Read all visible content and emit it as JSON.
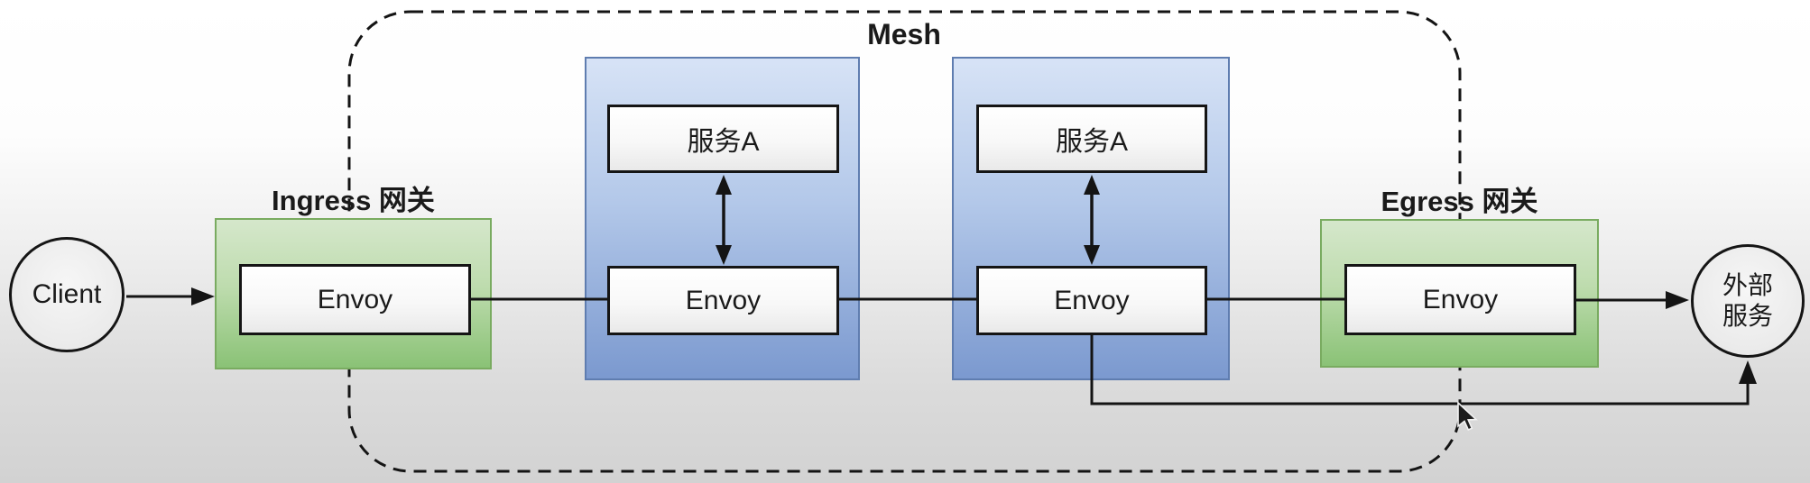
{
  "mesh": {
    "label": "Mesh"
  },
  "nodes": {
    "client": {
      "label": "Client"
    },
    "ingress": {
      "title": "Ingress 网关",
      "envoy": "Envoy"
    },
    "pod1": {
      "service": "服务A",
      "envoy": "Envoy"
    },
    "pod2": {
      "service": "服务A",
      "envoy": "Envoy"
    },
    "egress": {
      "title": "Egress 网关",
      "envoy": "Envoy"
    },
    "external": {
      "line1": "外部",
      "line2": "服务"
    }
  },
  "colors": {
    "bg-top": "#ffffff",
    "bg-bottom": "#d2d2d2",
    "line-color": "#1a1a1a",
    "gateway-fill-top": "#d5e7cb",
    "gateway-fill-bottom": "#8ac276",
    "gateway-border": "#79ab60",
    "pod-fill-top": "#d7e3f6",
    "pod-fill-bottom": "#7b99cf",
    "pod-border": "#5f7db0",
    "node-fill-top": "#ffffff",
    "node-fill-bottom": "#e9e9e9"
  }
}
